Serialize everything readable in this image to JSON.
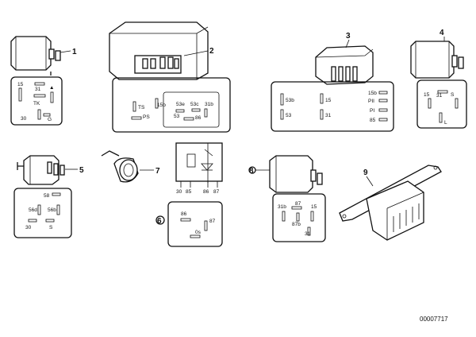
{
  "diagram": {
    "doc_id": "00007717",
    "parts": [
      {
        "number": "1",
        "terminals": [
          "15",
          "31",
          "TK",
          "30",
          "G"
        ]
      },
      {
        "number": "2",
        "terminals": [
          "TS",
          "15b",
          "PS",
          "53e",
          "53c",
          "31b",
          "53",
          "86"
        ]
      },
      {
        "number": "3",
        "terminals": [
          "53b",
          "15",
          "53",
          "31",
          "15b",
          "PII",
          "PI",
          "85"
        ]
      },
      {
        "number": "4",
        "terminals": [
          "15",
          "31",
          "S",
          "L"
        ]
      },
      {
        "number": "5",
        "terminals": [
          "58",
          "56d",
          "56b",
          "30",
          "S"
        ]
      },
      {
        "number": "6",
        "terminals": [
          "86",
          "87",
          "0s"
        ]
      },
      {
        "number": "7",
        "terminals": [
          "30",
          "85",
          "86",
          "87"
        ]
      },
      {
        "number": "8",
        "terminals": [
          "31b",
          "87",
          "15",
          "87b",
          "31"
        ]
      },
      {
        "number": "9",
        "terminals": []
      }
    ]
  }
}
